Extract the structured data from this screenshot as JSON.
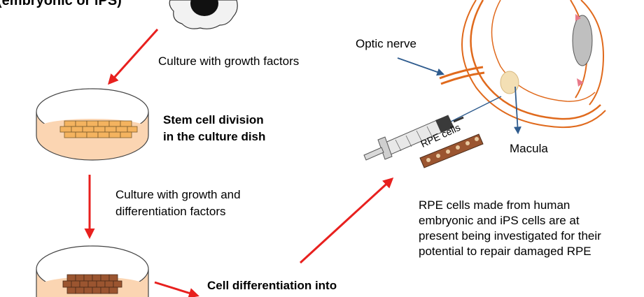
{
  "title_fragment": "(embryonic or iPS)",
  "steps": {
    "culture_growth": "Culture with growth factors",
    "division_line1": "Stem cell division",
    "division_line2": "in the culture dish",
    "culture_diff_line1": "Culture with growth and",
    "culture_diff_line2": "differentiation factors",
    "differentiation": "Cell differentiation into"
  },
  "eye": {
    "optic_nerve": "Optic nerve",
    "macula": "Macula",
    "rpe_cells": "RPE cells"
  },
  "description": [
    "RPE cells made from human",
    "embryonic and iPS cells are at",
    "present being investigated for their",
    "potential to repair damaged RPE"
  ],
  "colors": {
    "flow_arrow": "#e8201e",
    "pointer_arrow": "#2e5b8e",
    "dish_fill": "#fbd5b2",
    "eye_outline": "#e06a1d"
  }
}
